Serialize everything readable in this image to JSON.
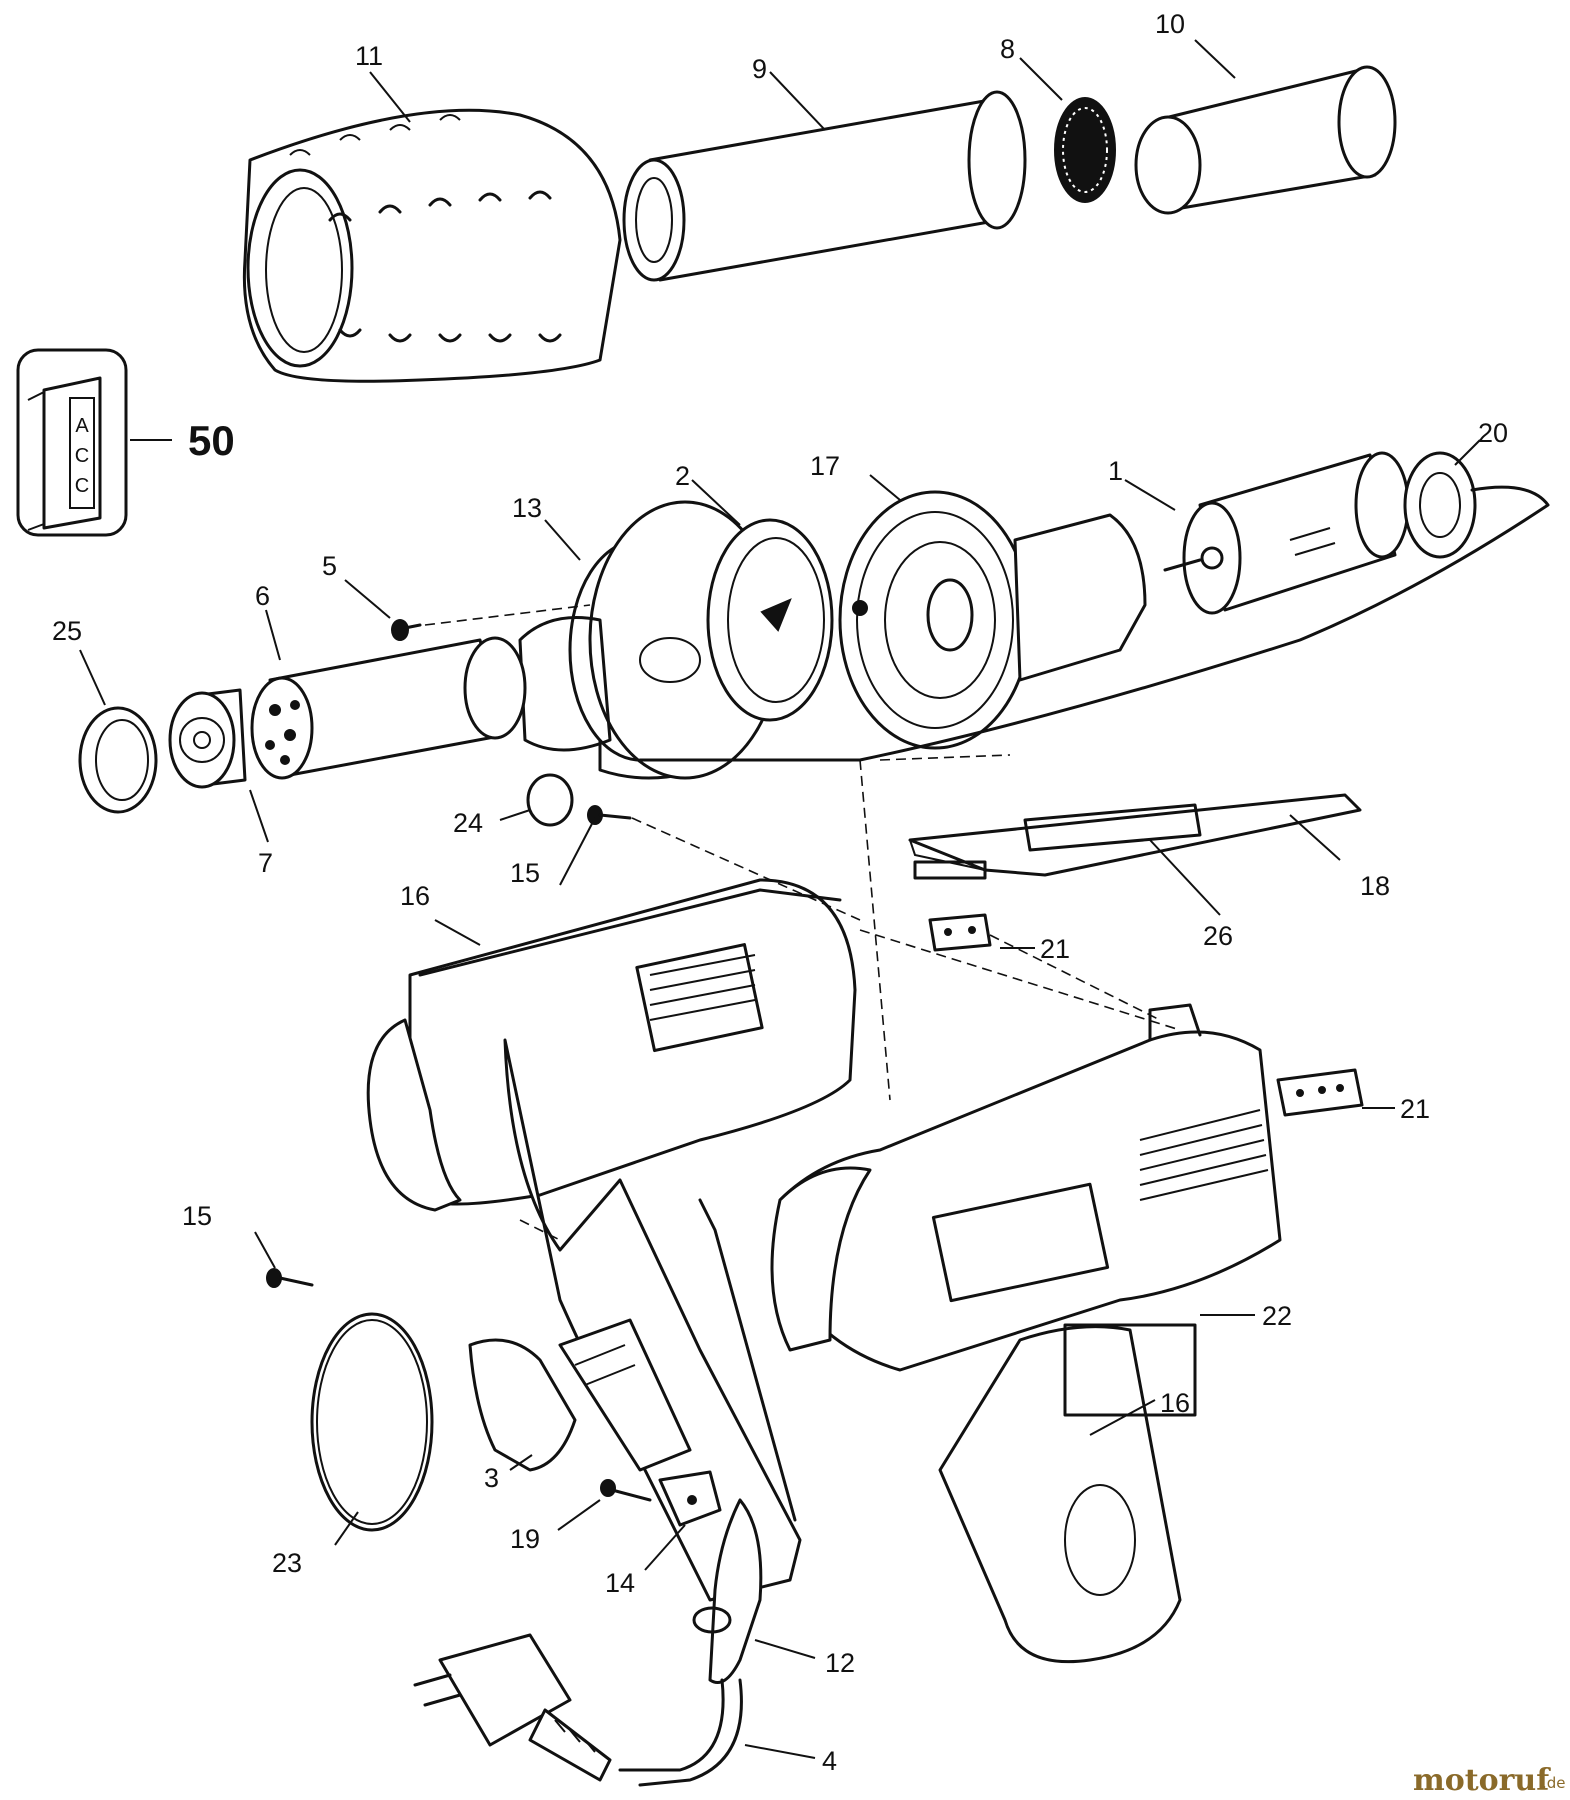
{
  "diagram": {
    "labels": {
      "p1": "1",
      "p2": "2",
      "p3": "3",
      "p4": "4",
      "p5": "5",
      "p6": "6",
      "p7": "7",
      "p8": "8",
      "p9": "9",
      "p10": "10",
      "p11": "11",
      "p12": "12",
      "p13": "13",
      "p14": "14",
      "p15a": "15",
      "p15b": "15",
      "p16a": "16",
      "p16b": "16",
      "p17": "17",
      "p18": "18",
      "p19": "19",
      "p20": "20",
      "p21a": "21",
      "p21b": "21",
      "p22": "22",
      "p23": "23",
      "p24": "24",
      "p25": "25",
      "p26": "26",
      "p50": "50"
    },
    "accessory_box_text": [
      "A",
      "C",
      "C"
    ],
    "watermark": {
      "name": "motoruf",
      "suffix": ".de"
    }
  }
}
